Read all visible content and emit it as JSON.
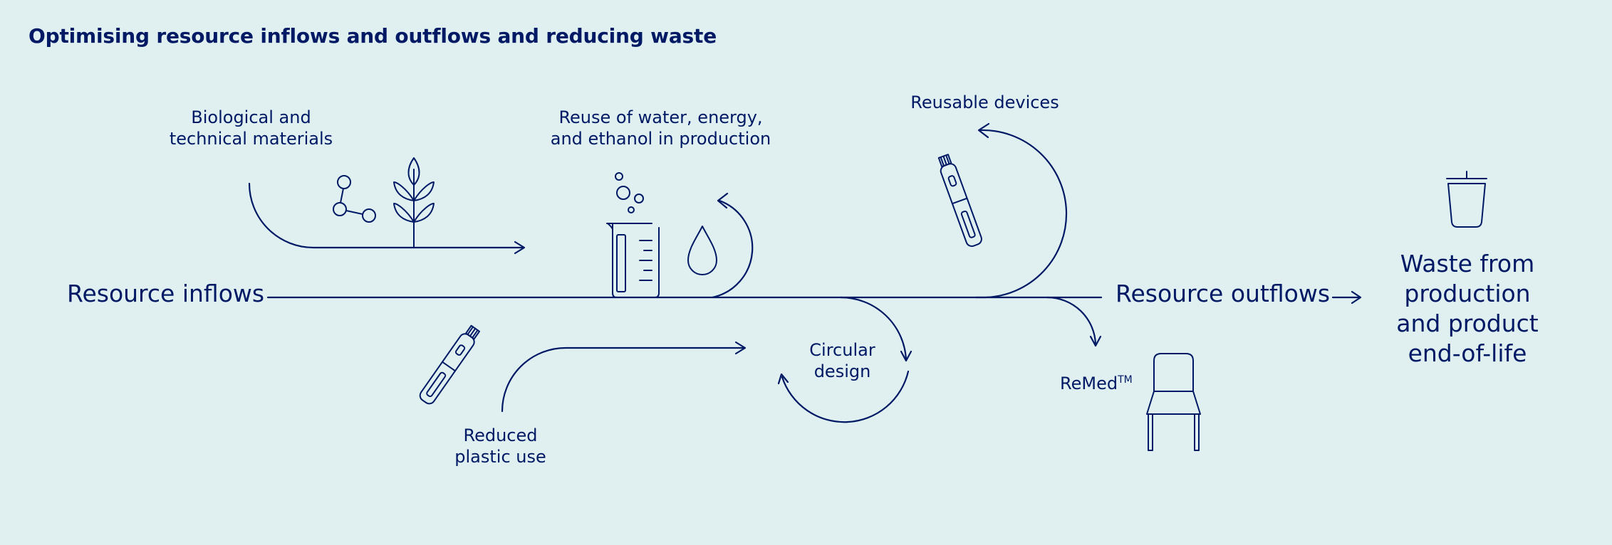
{
  "title": "Optimising resource inflows and outflows and reducing waste",
  "labels": {
    "resource_inflows": "Resource inflows",
    "resource_outflows": "Resource outflows",
    "bio_line1": "Biological and",
    "bio_line2": "technical materials",
    "reuse_line1": "Reuse of water, energy,",
    "reuse_line2": "and ethanol in production",
    "reusable_devices": "Reusable devices",
    "circular_line1": "Circular",
    "circular_line2": "design",
    "reduced_line1": "Reduced",
    "reduced_line2": "plastic use",
    "remed": "ReMed",
    "remed_tm": "TM",
    "waste_line1": "Waste from",
    "waste_line2": "production",
    "waste_line3": "and product",
    "waste_line4": "end-of-life"
  },
  "icons": [
    "molecule-icon",
    "plant-icon",
    "beaker-icon",
    "water-drop-icon",
    "pen-injector-icon",
    "chair-icon",
    "waste-bin-icon"
  ],
  "colors": {
    "background": "#e0eff0",
    "ink": "#001965"
  }
}
